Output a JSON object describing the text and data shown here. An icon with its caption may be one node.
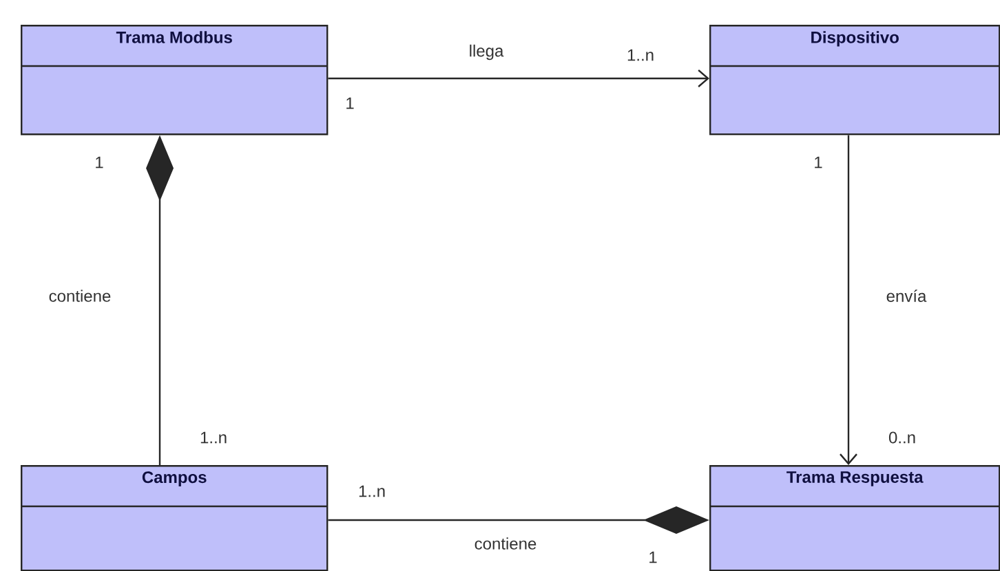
{
  "diagram": {
    "nodes": [
      {
        "text": [
          "Trama Modbus"
        ]
      },
      {
        "text": [
          "Dispositivo"
        ]
      },
      {
        "text": [
          "Campos"
        ]
      },
      {
        "text": [
          "Trama Respuesta"
        ]
      }
    ],
    "edges": [
      {
        "from": 0,
        "to": 1,
        "arrow": "to",
        "label": "llega"
      },
      {
        "from": 0,
        "to": 2,
        "arrow": "other",
        "label": "contiene"
      },
      {
        "from": 1,
        "to": 3,
        "arrow": "to",
        "label": "envía"
      },
      {
        "from": 3,
        "to": 2,
        "arrow": "other",
        "label": "contiene"
      }
    ],
    "labels": [
      "1..n",
      "1",
      "1",
      "1",
      "1..n",
      "0..n",
      "1..n",
      "1"
    ]
  }
}
